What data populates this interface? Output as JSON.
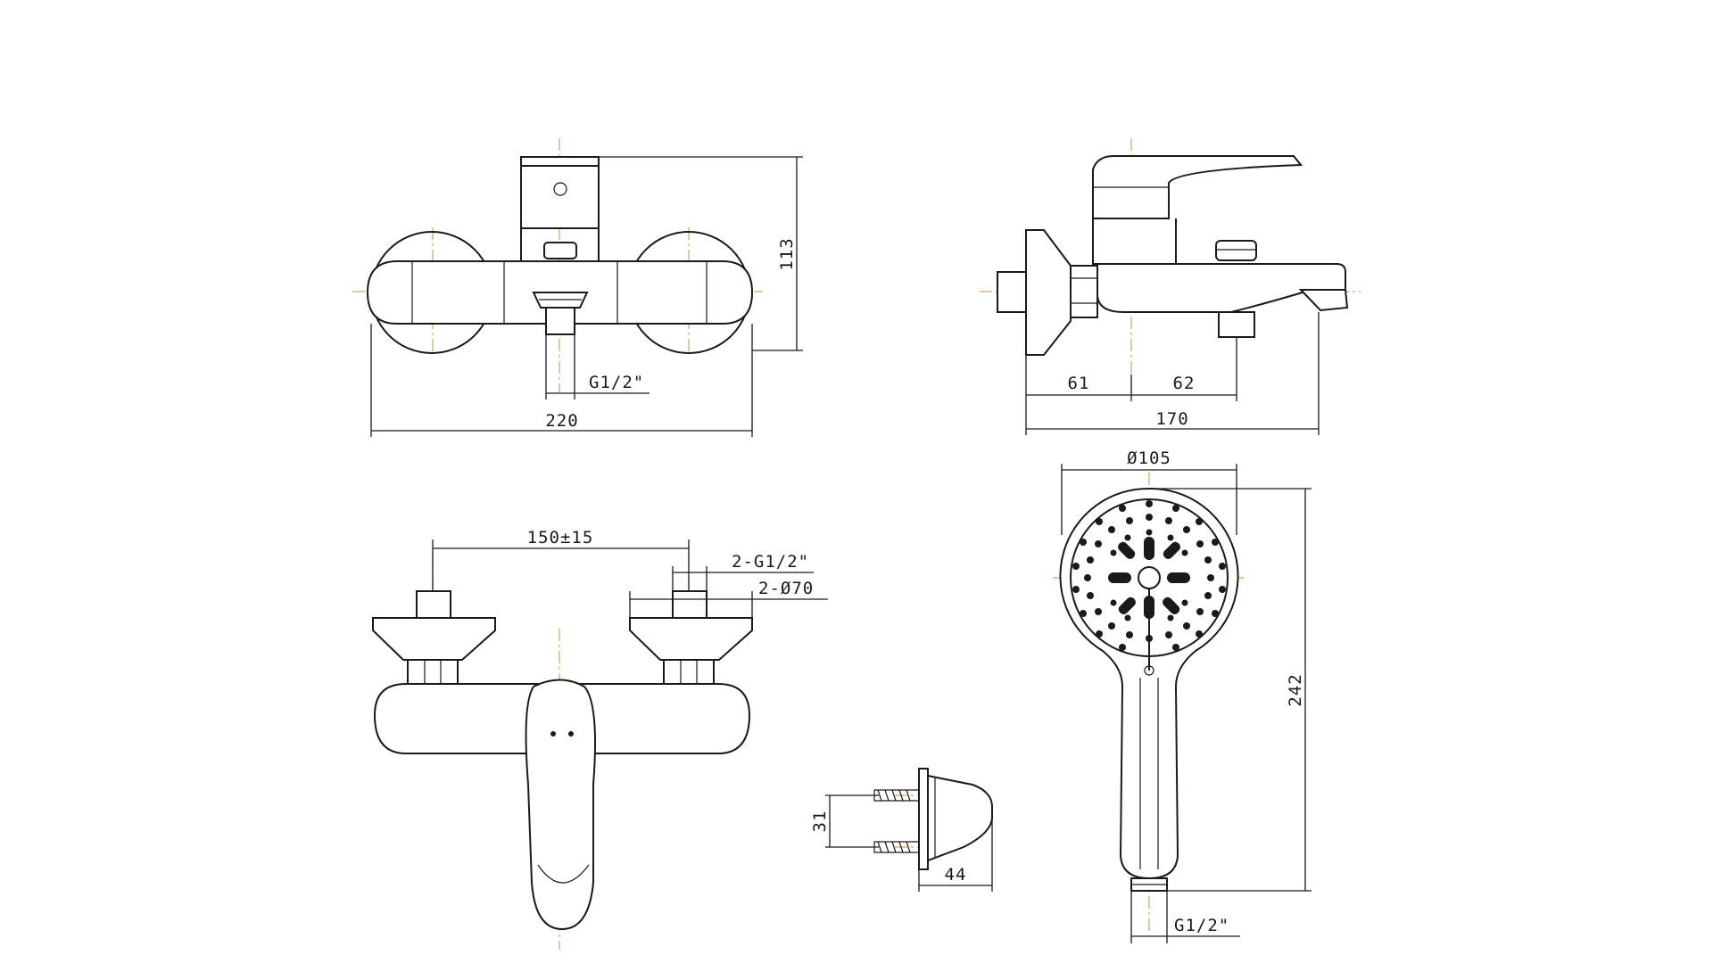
{
  "dimensions": {
    "front_height": "113",
    "front_inlet": "G1/2\"",
    "front_width": "220",
    "side_left": "61",
    "side_right": "62",
    "side_depth": "170",
    "head_diameter": "Ø105",
    "head_length": "242",
    "hose_thread": "G1/2\"",
    "top_spacing": "150±15",
    "top_thread": "2-G1/2\"",
    "top_flange": "2-Ø70",
    "holder_spacing": "31",
    "holder_depth": "44"
  }
}
